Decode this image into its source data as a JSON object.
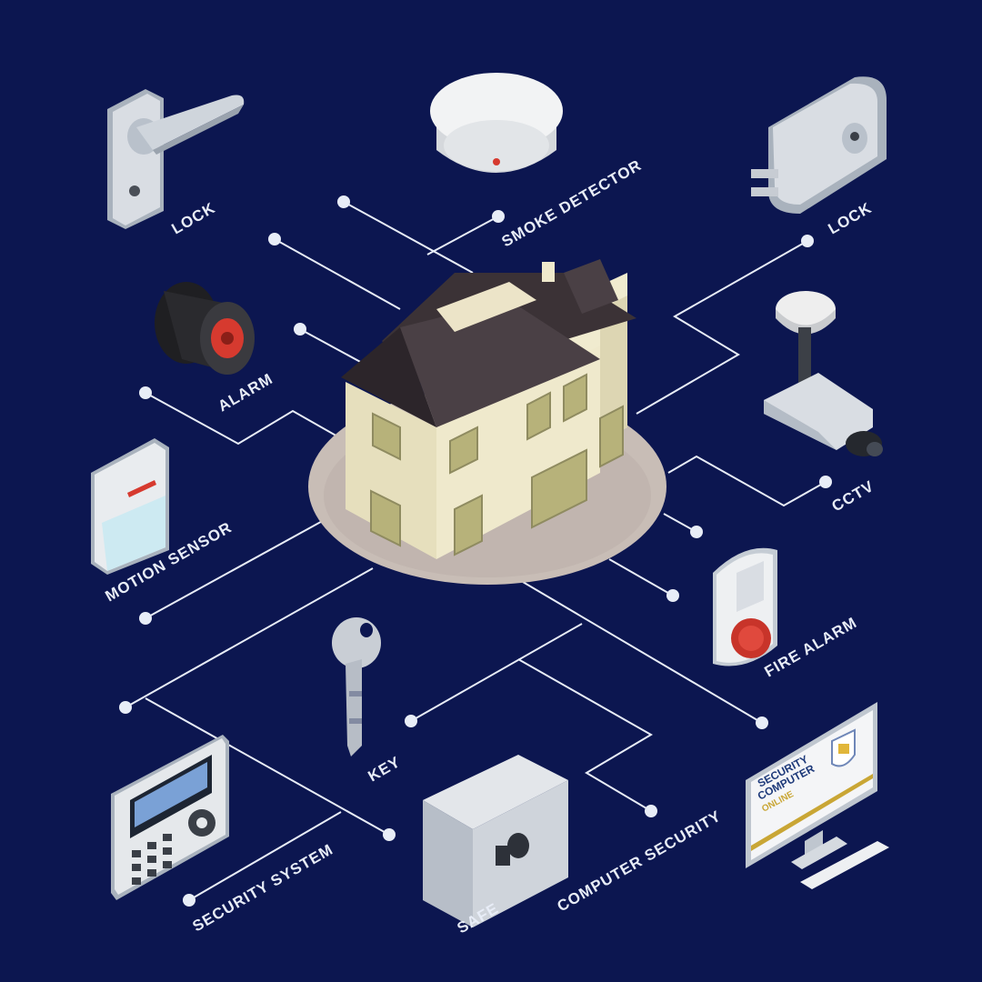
{
  "colors": {
    "background": "#0c1650",
    "line": "#e8edf7",
    "label": "#e8edf7",
    "roof": "#3b3236",
    "wall": "#e8e2c0",
    "window": "#b7b27a",
    "base": "#c8bdb6",
    "device_light": "#d9dde3",
    "device_shade": "#a9b2bd",
    "accent_red": "#d63a2f"
  },
  "labels": {
    "lock_left": "LOCK",
    "smoke_detector": "SMOKE DETECTOR",
    "lock_right": "LOCK",
    "alarm": "ALARM",
    "motion_sensor": "MOTION SENSOR",
    "cctv": "CCTV",
    "fire_alarm": "FIRE ALARM",
    "key": "KEY",
    "security_system": "SECURITY  SYSTEM",
    "safe": "SAFE",
    "computer_security": "COMPUTER SECURITY"
  },
  "monitor": {
    "line1": "SECURITY",
    "line2": "COMPUTER",
    "line3": "ONLINE"
  },
  "icons": [
    "door-handle-icon",
    "smoke-detector-icon",
    "door-lock-icon",
    "alarm-siren-icon",
    "motion-sensor-icon",
    "cctv-camera-icon",
    "fire-alarm-icon",
    "key-icon",
    "keypad-icon",
    "safe-icon",
    "computer-monitor-icon",
    "house-icon"
  ]
}
